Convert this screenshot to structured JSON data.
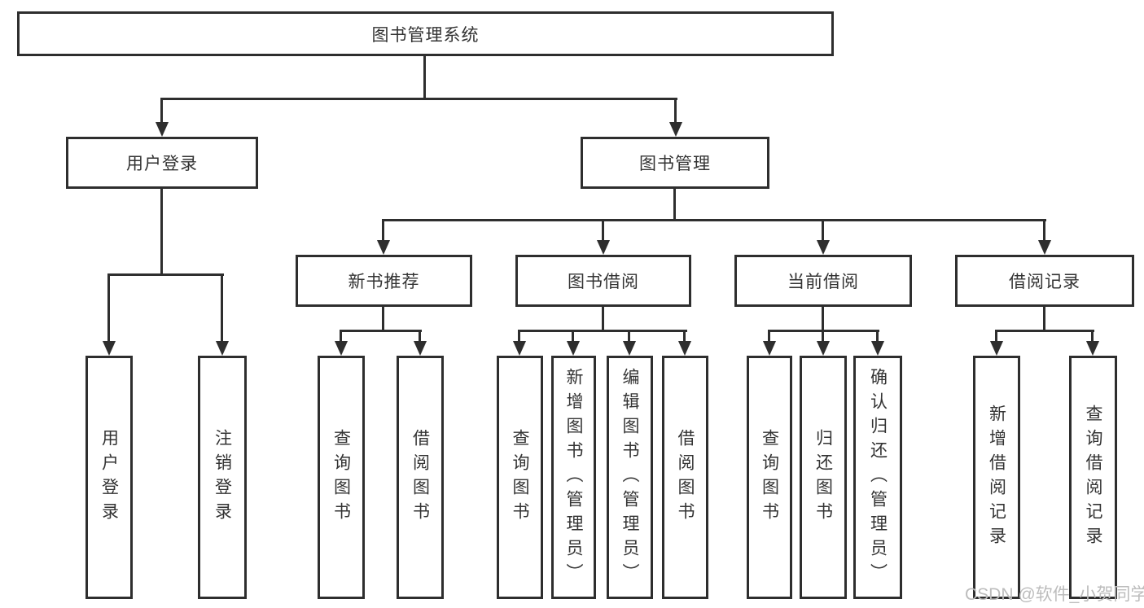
{
  "diagram": {
    "type": "hierarchy-tree",
    "tree": {
      "root": {
        "label": "图书管理系统",
        "children": [
          {
            "label": "用户登录",
            "children": [
              {
                "label": "用户登录"
              },
              {
                "label": "注销登录"
              }
            ]
          },
          {
            "label": "图书管理",
            "children": [
              {
                "label": "新书推荐",
                "children": [
                  {
                    "label": "查询图书"
                  },
                  {
                    "label": "借阅图书"
                  }
                ]
              },
              {
                "label": "图书借阅",
                "children": [
                  {
                    "label": "查询图书"
                  },
                  {
                    "label": "新增图书（管理员）"
                  },
                  {
                    "label": "编辑图书（管理员）"
                  },
                  {
                    "label": "借阅图书"
                  }
                ]
              },
              {
                "label": "当前借阅",
                "children": [
                  {
                    "label": "查询图书"
                  },
                  {
                    "label": "归还图书"
                  },
                  {
                    "label": "确认归还（管理员）"
                  }
                ]
              },
              {
                "label": "借阅记录",
                "children": [
                  {
                    "label": "新增借阅记录"
                  },
                  {
                    "label": "查询借阅记录"
                  }
                ]
              }
            ]
          }
        ]
      }
    },
    "colors": {
      "line": "#2e2e2e",
      "text": "#333333",
      "node_background": "#ffffff",
      "page_background": "#ffffff",
      "watermark": "#bcbcbc"
    }
  },
  "watermark": {
    "text": "CSDN @软件_小贺同学"
  }
}
